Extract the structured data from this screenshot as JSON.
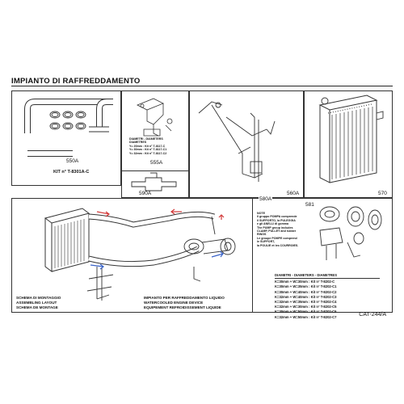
{
  "header": {
    "title": "IMPIANTO DI RAFFREDDAMENTO"
  },
  "panels": {
    "p550": {
      "code": "550A",
      "kit": "KIT n° T-8301A-C"
    },
    "p555": {
      "code": "555A",
      "heading_lines": [
        "DIAMETRI - DIAMETERS",
        "DIAMETRES"
      ],
      "rows": [
        "Y= 20mm : Kit n° T-8117-C",
        "Y= 30mm : Kit n° T-8117-C1",
        "Y= 32mm : Kit n° T-8117-C2"
      ]
    },
    "p590": {
      "code": "590A"
    },
    "p560": {
      "code": "560A"
    },
    "p570": {
      "code": "570"
    },
    "p580": {
      "code": "580A",
      "ref": "581"
    }
  },
  "note": {
    "lines": [
      "NOTE",
      "Il gruppo POMPA comprende",
      "il SUPPORTO, la PULEGGIA",
      "e gli ANELLI di gomma",
      "",
      "The PUMP group includes",
      "CLAMP, PULLEY and rubber",
      "RINGS",
      "",
      "Le groupe POMPE comprend",
      "le SUPPORT,",
      "la POULIE et les COURROIES."
    ]
  },
  "diameters": {
    "heading": "DIAMETRI - DIAMETERS - DIAMETRES",
    "rows": [
      "K=30mm + W=30mm : Kit n° T-8202-C",
      "K=30mm + W=35mm : Kit n° T-8202-C1",
      "K=30mm + W=40mm : Kit n° T-8202-C2",
      "K=32mm + W=40mm : Kit n° T-8202-C3",
      "K=32mm + W=35mm : Kit n° T-8202-C4",
      "K=32mm + W=30mm : Kit n° T-8202-C5",
      "K=30mm + W=50mm : Kit n° T-8202-C6",
      "K=32mm + W=50mm : Kit n° T-8202-C7"
    ]
  },
  "captions": {
    "layout": [
      "SCHEMA DI MONTAGGIO",
      "ASSEMBLING LAYOUT",
      "SCHEMA DE MONTAGE"
    ],
    "system": [
      "IMPIANTO PER RAFFREDDAMENTO LIQUIDO",
      "WATERCOOLED ENGINE DEVICE",
      "EQUIPEMENT REFROIDISSEMENT LIQUIDE"
    ]
  },
  "footer": {
    "catalog_code": "CAT-244/A"
  },
  "colors": {
    "arrow_red": "#d23a3a",
    "arrow_blue": "#3a63c8",
    "line": "#333333"
  }
}
